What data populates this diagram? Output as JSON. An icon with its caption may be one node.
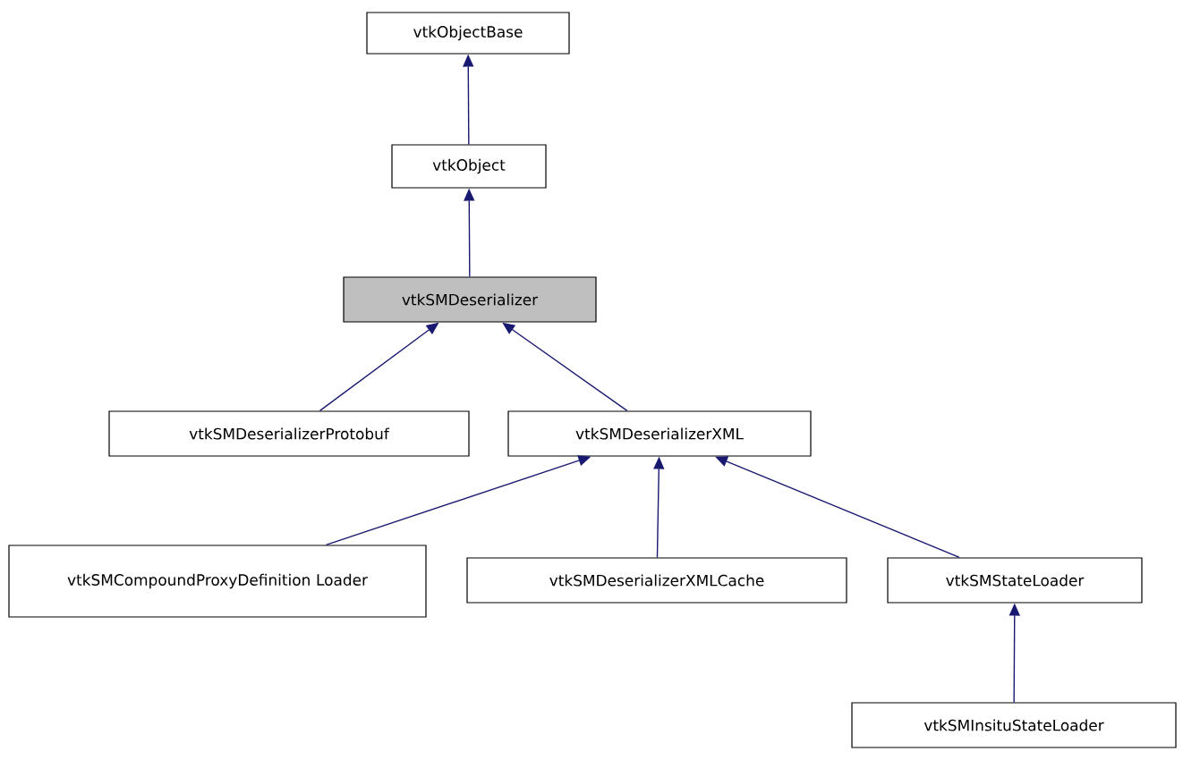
{
  "diagram": {
    "nodes": [
      {
        "text": [
          "vtkObjectBase"
        ]
      },
      {
        "text": [
          "vtkObject"
        ]
      },
      {
        "text": [
          "vtkSMDeserializer"
        ]
      },
      {
        "text": [
          "vtkSMDeserializerProtobuf"
        ]
      },
      {
        "text": [
          "vtkSMDeserializerXML"
        ]
      },
      {
        "text": [
          "vtkSMCompoundProxyDefinition Loader"
        ]
      },
      {
        "text": [
          "vtkSMDeserializerXMLCache"
        ]
      },
      {
        "text": [
          "vtkSMStateLoader"
        ]
      },
      {
        "text": [
          "vtkSMInsituStateLoader"
        ]
      }
    ],
    "edges": [
      {
        "from": 1,
        "to": 0,
        "arrow": "to"
      },
      {
        "from": 2,
        "to": 1,
        "arrow": "to"
      },
      {
        "from": 3,
        "to": 2,
        "arrow": "to"
      },
      {
        "from": 4,
        "to": 2,
        "arrow": "to"
      },
      {
        "from": 5,
        "to": 4,
        "arrow": "to"
      },
      {
        "from": 6,
        "to": 4,
        "arrow": "to"
      },
      {
        "from": 7,
        "to": 4,
        "arrow": "to"
      },
      {
        "from": 8,
        "to": 7,
        "arrow": "to"
      }
    ]
  }
}
